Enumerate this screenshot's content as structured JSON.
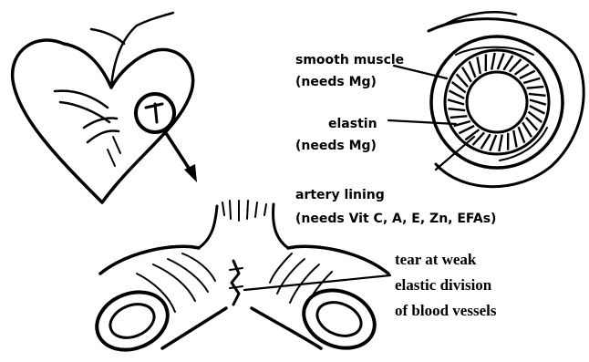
{
  "labels": {
    "smooth_muscle": [
      "smooth muscle",
      "(needs Mg)"
    ],
    "elastin": [
      "elastin",
      "(needs Mg)"
    ],
    "artery_lining": [
      "artery lining",
      "(needs Vit C, A, E, Zn, EFAs)"
    ],
    "tear": [
      "tear at weak",
      "elastic division",
      "of blood vessels"
    ]
  },
  "colors": {
    "ink": "#000000",
    "background": "#ffffff"
  },
  "icons": [
    "heart-icon",
    "artery-cross-section-icon",
    "bifurcated-vessel-icon"
  ]
}
